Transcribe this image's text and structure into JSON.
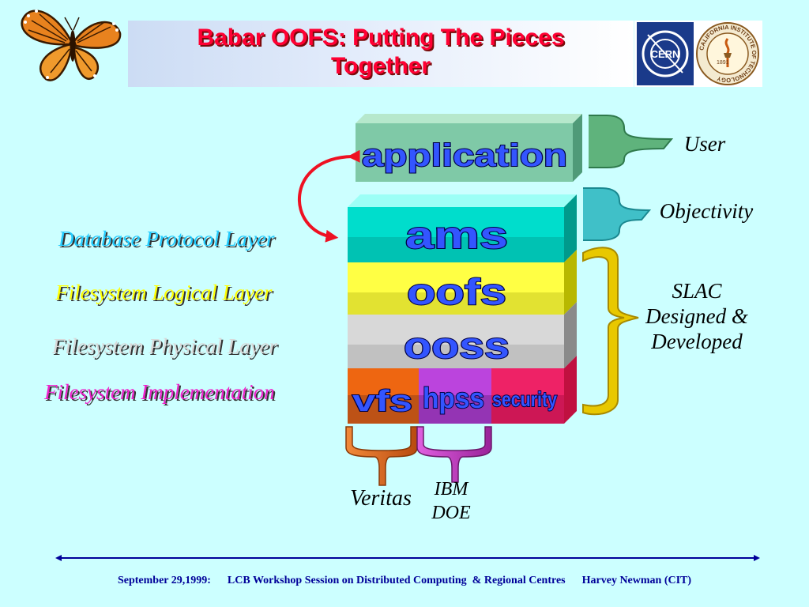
{
  "title": {
    "line1": "Babar OOFS: Putting The Pieces",
    "line2": "Together"
  },
  "logos": {
    "cern": "CERN",
    "caltech_ring": "CALIFORNIA INSTITUTE OF TECHNOLOGY",
    "caltech_year": "1891"
  },
  "stack": {
    "application": "application",
    "ams": "ams",
    "oofs": "oofs",
    "ooss": "ooss",
    "vfs": "vfs",
    "hpss": "hpss",
    "security": "security"
  },
  "left_labels": {
    "protocol": "Database Protocol Layer",
    "logical": "Filesystem Logical Layer",
    "physical": "Filesystem Physical Layer",
    "implementation": "Filesystem Implementation"
  },
  "right_labels": {
    "user": "User",
    "objectivity": "Objectivity",
    "slac1": "SLAC",
    "slac2": "Designed &",
    "slac3": "Developed"
  },
  "vendors": {
    "veritas": "Veritas",
    "ibm": "IBM",
    "doe": "DOE"
  },
  "footer": {
    "date": "September 29,1999:",
    "event": "LCB Workshop Session on Distributed Computing  & Regional Centres",
    "author": "Harvey Newman (CIT)"
  },
  "colors": {
    "title": "#ff0033",
    "application": "#7fc9a7",
    "ams": "#00eedd",
    "oofs": "#ffff44",
    "ooss": "#d4d4d4",
    "vfs": "#ee6611",
    "hpss": "#bb44dd",
    "security": "#ee2266",
    "footer": "#000099"
  }
}
